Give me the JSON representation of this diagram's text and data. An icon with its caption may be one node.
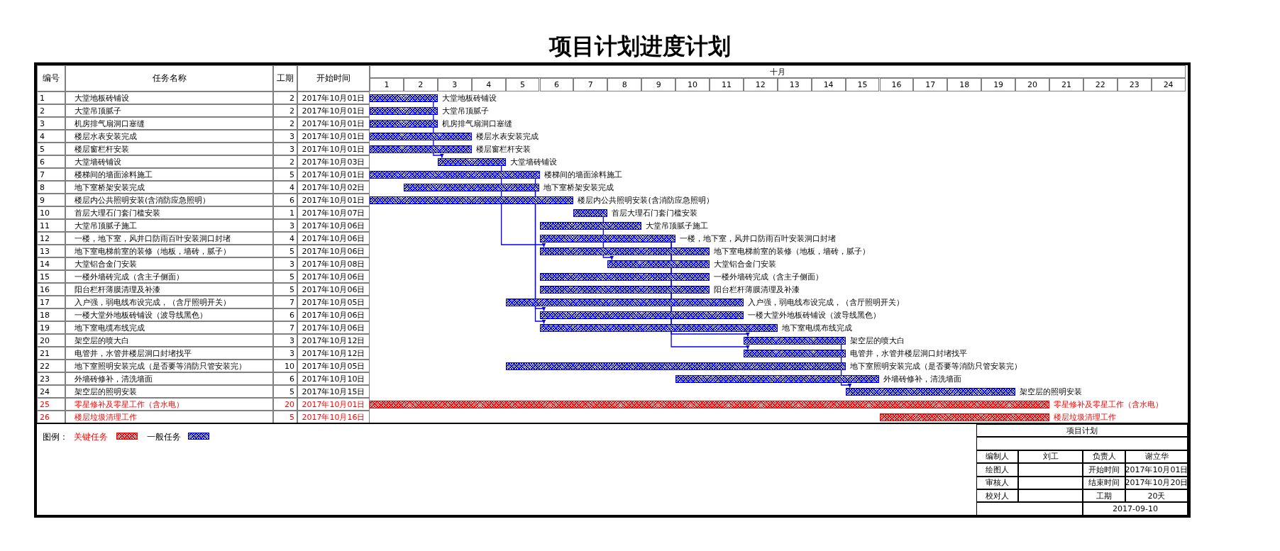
{
  "diagram": {
    "title": "项目计划进度计划",
    "nodes": [
      {
        "text": [],
        "shape": "bar",
        "beside": [
          "大堂地板砖铺设"
        ]
      },
      {
        "text": [],
        "shape": "bar",
        "beside": [
          "大堂吊顶腻子"
        ]
      },
      {
        "text": [],
        "shape": "bar",
        "beside": [
          "机房排气扇洞口塞缝"
        ]
      },
      {
        "text": [],
        "shape": "bar",
        "beside": [
          "楼层水表安装完成"
        ]
      },
      {
        "text": [],
        "shape": "bar",
        "beside": [
          "楼层窗栏杆安装"
        ]
      },
      {
        "text": [],
        "shape": "bar",
        "beside": [
          "大堂墙砖铺设"
        ]
      },
      {
        "text": [],
        "shape": "bar",
        "beside": [
          "楼梯间的墙面涂料施工"
        ]
      },
      {
        "text": [],
        "shape": "bar",
        "beside": [
          "地下室桥架安装完成"
        ]
      },
      {
        "text": [],
        "shape": "bar",
        "beside": [
          "楼层内公共照明安装(含消防应急照明）"
        ]
      },
      {
        "text": [],
        "shape": "bar",
        "beside": [
          "首层大理石门套门槛安装"
        ]
      },
      {
        "text": [],
        "shape": "bar",
        "beside": [
          "大堂吊顶腻子施工"
        ]
      },
      {
        "text": [],
        "shape": "bar",
        "beside": [
          "一楼，地下室，风井口防雨百叶安装洞口封堵"
        ]
      },
      {
        "text": [],
        "shape": "bar",
        "beside": [
          "地下室电梯前室的装修（地板，墙砖，腻子）"
        ]
      },
      {
        "text": [],
        "shape": "bar",
        "beside": [
          "大堂铝合金门安装"
        ]
      },
      {
        "text": [],
        "shape": "bar",
        "beside": [
          "一楼外墙砖完成（含主子侧面）"
        ]
      },
      {
        "text": [],
        "shape": "bar",
        "beside": [
          "阳台栏杆薄膜清理及补漆"
        ]
      },
      {
        "text": [],
        "shape": "bar",
        "beside": [
          "入户强，弱电线布设完成，（含厅照明开关）"
        ]
      },
      {
        "text": [],
        "shape": "bar",
        "beside": [
          "一楼大堂外地板砖铺设（波导线黑色）"
        ]
      },
      {
        "text": [],
        "shape": "bar",
        "beside": [
          "地下室电缆布线完成"
        ]
      },
      {
        "text": [],
        "shape": "bar",
        "beside": [
          "架空层的喷大白"
        ]
      },
      {
        "text": [],
        "shape": "bar",
        "beside": [
          "电管井，水管井楼层洞口封堵找平"
        ]
      },
      {
        "text": [],
        "shape": "bar",
        "beside": [
          "地下室照明安装完成（是否要等消防只管安装完）"
        ]
      },
      {
        "text": [],
        "shape": "bar",
        "beside": [
          "外墙砖修补，清洗墙面"
        ]
      },
      {
        "text": [],
        "shape": "bar",
        "beside": [
          "架空层的照明安装"
        ]
      },
      {
        "text": [],
        "shape": "bar",
        "beside": [
          "零星修补及零星工作（含水电）"
        ]
      },
      {
        "text": [],
        "shape": "bar",
        "beside": [
          "楼层垃圾清理工作"
        ]
      }
    ],
    "edges": [
      {
        "from": 0,
        "to": 5,
        "arrow": "to"
      },
      {
        "from": 5,
        "to": 12,
        "arrow": "to"
      },
      {
        "from": 6,
        "to": 17,
        "arrow": "to"
      },
      {
        "from": 7,
        "to": 18,
        "arrow": "to"
      },
      {
        "from": 9,
        "to": 13,
        "arrow": "to"
      },
      {
        "from": 11,
        "to": 19,
        "arrow": "to"
      },
      {
        "from": 11,
        "to": 20,
        "arrow": "to"
      },
      {
        "from": 19,
        "to": 23,
        "arrow": "to"
      }
    ],
    "labels": [
      "编号",
      "任务名称",
      "工期",
      "开始时间",
      "十月",
      "1",
      "2",
      "3",
      "4",
      "5",
      "6",
      "7",
      "8",
      "9",
      "10",
      "11",
      "12",
      "13",
      "14",
      "15",
      "16",
      "17",
      "18",
      "19",
      "20",
      "21",
      "22",
      "23",
      "24",
      "1",
      "大堂地板砖铺设",
      "2",
      "2017年10月01日",
      "2",
      "大堂吊顶腻子",
      "2",
      "2017年10月01日",
      "3",
      "机房排气扇洞口塞缝",
      "2",
      "2017年10月01日",
      "4",
      "楼层水表安装完成",
      "3",
      "2017年10月01日",
      "5",
      "楼层窗栏杆安装",
      "3",
      "2017年10月01日",
      "6",
      "大堂墙砖铺设",
      "2",
      "2017年10月03日",
      "7",
      "楼梯间的墙面涂料施工",
      "5",
      "2017年10月01日",
      "8",
      "地下室桥架安装完成",
      "4",
      "2017年10月02日",
      "9",
      "楼层内公共照明安装(含消防应急照明）",
      "6",
      "2017年10月01日",
      "10",
      "首层大理石门套门槛安装",
      "1",
      "2017年10月07日",
      "11",
      "大堂吊顶腻子施工",
      "3",
      "2017年10月06日",
      "12",
      "一楼，地下室，风井口防雨百叶安装洞口封堵",
      "4",
      "2017年10月06日",
      "13",
      "地下室电梯前室的装修（地板，墙砖，腻子）",
      "5",
      "2017年10月06日",
      "14",
      "大堂铝合金门安装",
      "3",
      "2017年10月08日",
      "15",
      "一楼外墙砖完成（含主子侧面）",
      "5",
      "2017年10月06日",
      "16",
      "阳台栏杆薄膜清理及补漆",
      "5",
      "2017年10月06日",
      "17",
      "入户强，弱电线布设完成，（含厅照明开关）",
      "7",
      "2017年10月05日",
      "18",
      "一楼大堂外地板砖铺设（波导线黑色）",
      "6",
      "2017年10月06日",
      "19",
      "地下室电缆布线完成",
      "7",
      "2017年10月06日",
      "20",
      "架空层的喷大白",
      "3",
      "2017年10月12日",
      "21",
      "电管井，水管井楼层洞口封堵找平",
      "3",
      "2017年10月12日",
      "22",
      "地下室照明安装完成（是否要等消防只管安装完）",
      "10",
      "2017年10月05日",
      "23",
      "外墙砖修补，清洗墙面",
      "6",
      "2017年10月10日",
      "24",
      "架空层的照明安装",
      "5",
      "2017年10月15日",
      "25",
      "零星修补及零星工作（含水电）",
      "20",
      "2017年10月01日",
      "26",
      "楼层垃圾清理工作",
      "5",
      "2017年10月16日",
      "图例：",
      "项目计划",
      "编制人",
      "刘工",
      "负责人",
      "谢立华",
      "绘图人",
      "开始时间",
      "2017年10月01日",
      "审核人",
      "结束时间",
      "2017年10月20日",
      "校对人",
      "工期",
      "20天",
      "2017-09-10"
    ],
    "legend": [
      {
        "text": "关键任务",
        "color": "#ff0000"
      },
      {
        "text": "一般任务",
        "color": "#0000ff"
      }
    ]
  }
}
